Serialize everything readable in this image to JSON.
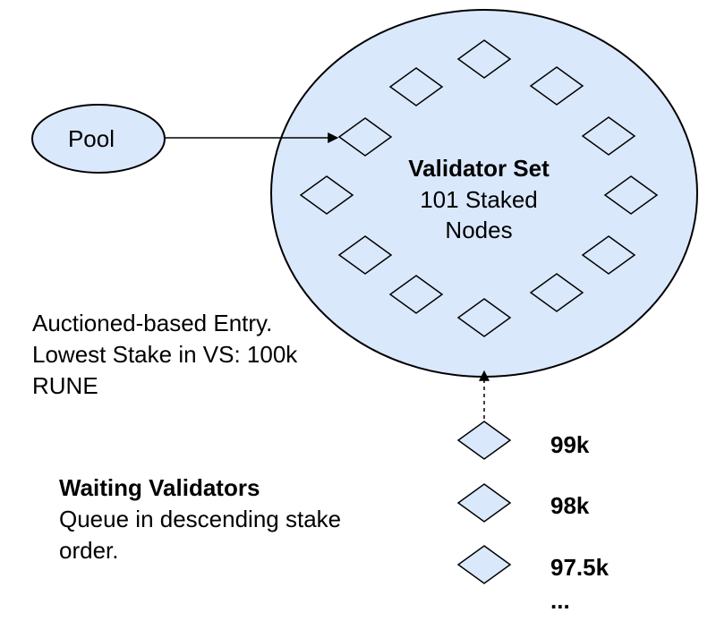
{
  "pool": {
    "label": "Pool"
  },
  "validator_set": {
    "title": "Validator Set",
    "line1": "101 Staked",
    "line2": "Nodes"
  },
  "auction_note": {
    "line1": "Auctioned-based Entry.",
    "line2": "Lowest Stake in VS: 100k",
    "line3": "RUNE"
  },
  "waiting": {
    "title": "Waiting Validators",
    "line1": "Queue in descending stake",
    "line2": "order."
  },
  "queue": {
    "items": [
      {
        "stake": "99k"
      },
      {
        "stake": "98k"
      },
      {
        "stake": "97.5k"
      }
    ],
    "more": "..."
  },
  "colors": {
    "node_fill": "#dae8fc",
    "stroke": "#000000",
    "background": "#ffffff"
  }
}
